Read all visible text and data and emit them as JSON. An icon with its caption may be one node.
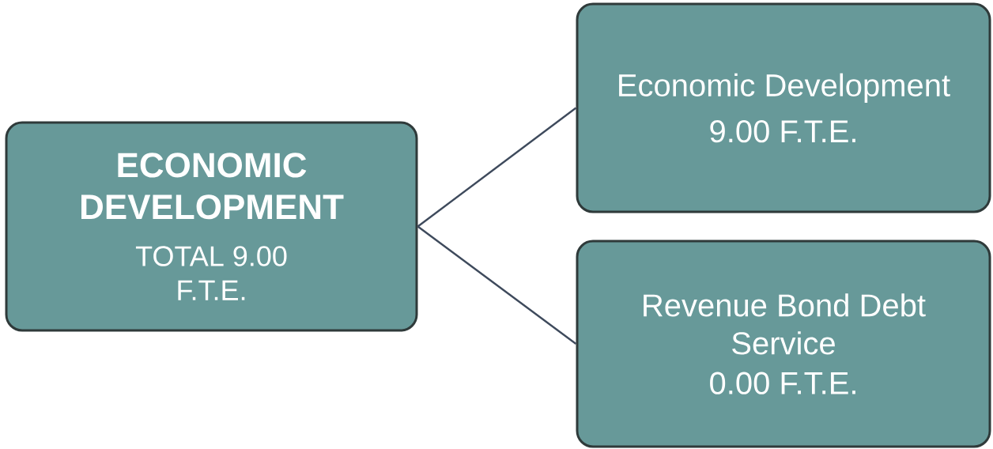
{
  "diagram": {
    "nodes": [
      {
        "text": [
          "ECONOMIC DEVELOPMENT",
          "TOTAL 9.00 F.T.E."
        ]
      },
      {
        "text": [
          "Economic Development",
          "9.00 F.T.E."
        ]
      },
      {
        "text": [
          "Revenue Bond Debt Service",
          "0.00 F.T.E."
        ]
      }
    ],
    "edges": [
      {
        "from": 0,
        "to": 1,
        "arrow": "none"
      },
      {
        "from": 0,
        "to": 2,
        "arrow": "none"
      }
    ]
  }
}
